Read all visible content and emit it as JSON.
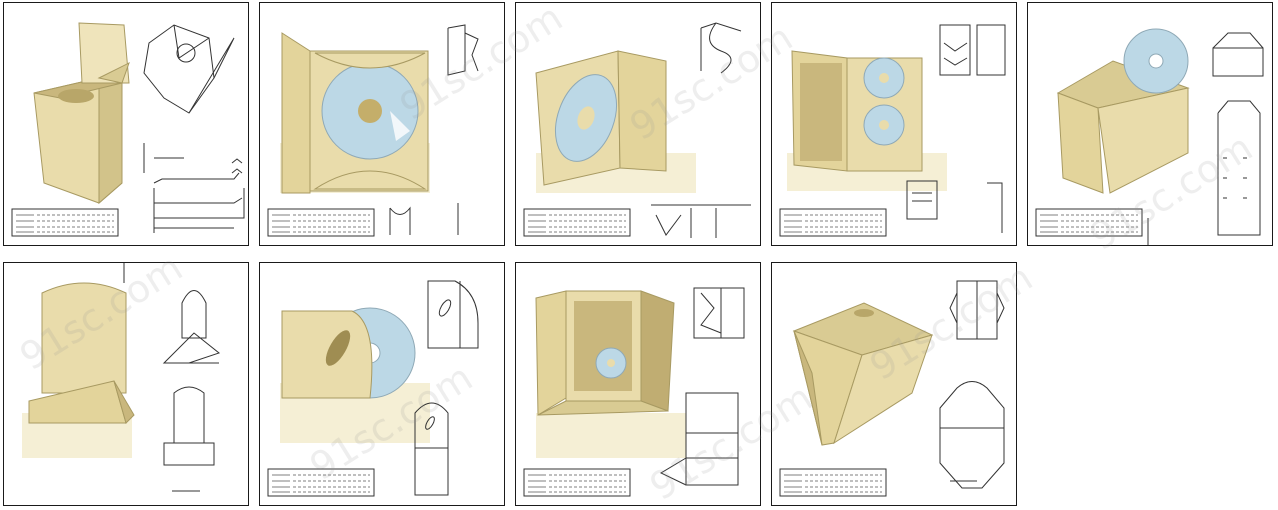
{
  "sheet": {
    "panels": [
      {
        "id": "p1",
        "subject": "tuck-top-box"
      },
      {
        "id": "p2",
        "subject": "cd-folder-open"
      },
      {
        "id": "p3",
        "subject": "cd-folder-angled"
      },
      {
        "id": "p4",
        "subject": "double-cd-folder"
      },
      {
        "id": "p5",
        "subject": "cd-envelope-pack"
      },
      {
        "id": "p6",
        "subject": "arched-display-stand"
      },
      {
        "id": "p7",
        "subject": "cd-sleeve"
      },
      {
        "id": "p8",
        "subject": "cd-folder-frame"
      },
      {
        "id": "p9",
        "subject": "handle-carry-bag"
      }
    ],
    "watermark": "91sc.com",
    "colors": {
      "panel_border": "#1a1a1a",
      "cardboard": "#e9dcab",
      "cardboard_shade": "#c9b77d",
      "disc": "#bcd8e6",
      "dieline": "#333333"
    }
  }
}
